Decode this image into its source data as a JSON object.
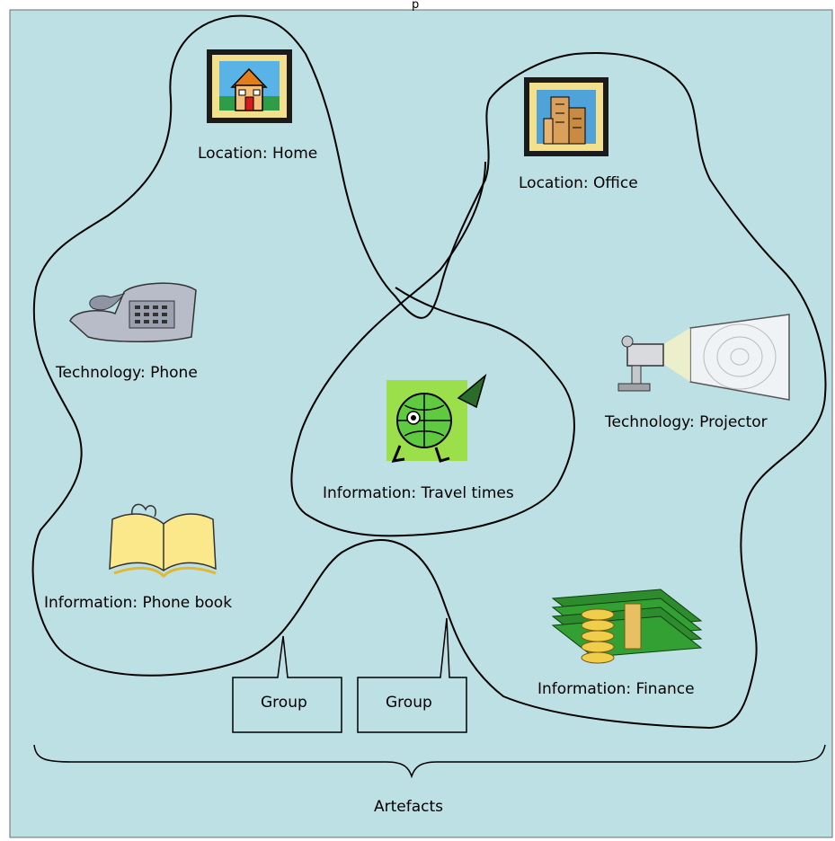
{
  "diagram": {
    "top_mark": "p",
    "labels": {
      "home": "Location: Home",
      "office": "Location: Office",
      "phone": "Technology: Phone",
      "projector": "Technology: Projector",
      "travel": "Information: Travel times",
      "phonebook": "Information: Phone book",
      "finance": "Information: Finance"
    },
    "groups": [
      "Group",
      "Group"
    ],
    "artefacts": "Artefacts",
    "icons": {
      "home": "house-picture-icon",
      "office": "office-building-picture-icon",
      "phone": "telephone-icon",
      "projector": "projector-icon",
      "travel": "running-globe-rocket-icon",
      "phonebook": "open-book-icon",
      "finance": "money-stack-icon"
    },
    "colors": {
      "background": "#bde0e4",
      "outline": "#000000",
      "page_border": "#6b6b6b"
    }
  }
}
